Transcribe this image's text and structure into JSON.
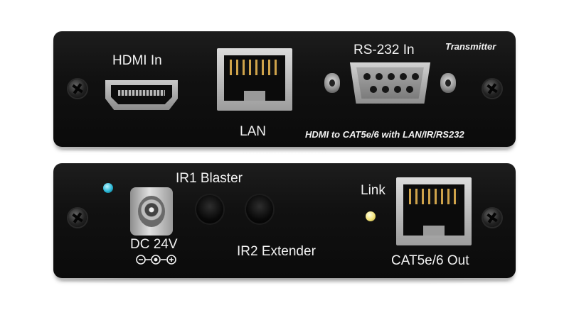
{
  "front_panel": {
    "model_label": "Transmitter",
    "hdmi_label": "HDMI In",
    "lan_label": "LAN",
    "rs232_label": "RS-232 In",
    "description": "HDMI to CAT5e/6 with LAN/IR/RS232"
  },
  "back_panel": {
    "ir1_label": "IR1 Blaster",
    "ir2_label": "IR2 Extender",
    "dc_label": "DC 24V",
    "link_label": "Link",
    "cat_label": "CAT5e/6 Out"
  },
  "colors": {
    "panel": "#111111",
    "text": "#f2f2f2",
    "led_power": "#2ab7d6",
    "led_link": "#f3e27a"
  }
}
